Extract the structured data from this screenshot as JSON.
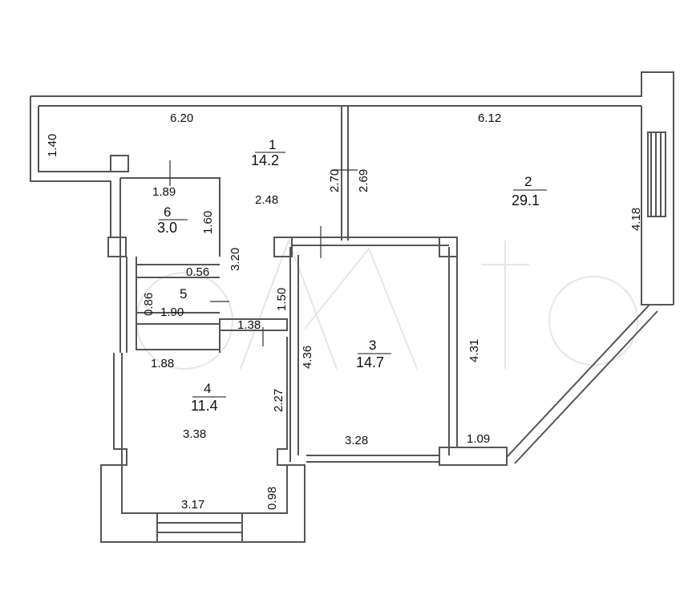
{
  "rooms": [
    {
      "id": "1",
      "number": "1",
      "area": "14.2"
    },
    {
      "id": "2",
      "number": "2",
      "area": "29.1"
    },
    {
      "id": "3",
      "number": "3",
      "area": "14.7"
    },
    {
      "id": "4",
      "number": "4",
      "area": "11.4"
    },
    {
      "id": "5",
      "number": "5",
      "area": ""
    },
    {
      "id": "6",
      "number": "6",
      "area": "3.0"
    }
  ],
  "dimensions": {
    "r1_top": "6.20",
    "r1_left": "1.40",
    "r1_inner": "2.48",
    "r1_right_a": "2.70",
    "r1_right_b": "2.69",
    "r2_top": "6.12",
    "r2_right": "4.18",
    "r6_width": "1.89",
    "r6_height": "1.60",
    "corr_height": "3.20",
    "r5_top": "0.56",
    "r5_height": "0.86",
    "r5_width": "1.90",
    "hall_width": "1.38",
    "hall_height": "1.50",
    "r3_left": "4.36",
    "r3_right": "4.31",
    "r3_bottom": "3.28",
    "balcony_width": "1.09",
    "r4_top": "1.88",
    "r4_right": "2.27",
    "r4_inner": "3.38",
    "r4_bottom": "3.17",
    "r4_niche": "0.98"
  },
  "colors": {
    "wall": "#555555",
    "line": "#333333",
    "background": "#ffffff"
  }
}
